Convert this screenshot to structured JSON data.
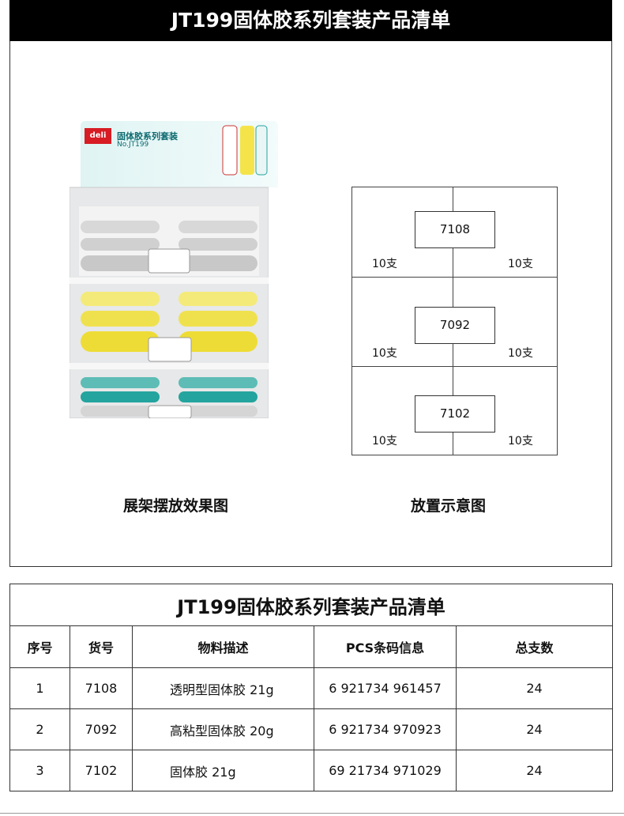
{
  "page_title": "JT199固体胶系列套装产品清单",
  "display": {
    "brand": "deli",
    "header_title": "固体胶系列套装",
    "header_model": "No.JT199",
    "caption": "展架摆放效果图",
    "colors": {
      "clear_row": "#b9babb",
      "yellow_row": "#f2e247",
      "teal_row": "#23a49e",
      "brand_red": "#d71c24"
    }
  },
  "diagram": {
    "caption": "放置示意图",
    "rows": [
      {
        "code": "7108",
        "left_qty": "10支",
        "right_qty": "10支"
      },
      {
        "code": "7092",
        "left_qty": "10支",
        "right_qty": "10支"
      },
      {
        "code": "7102",
        "left_qty": "10支",
        "right_qty": "10支"
      }
    ]
  },
  "table": {
    "title": "JT199固体胶系列套装产品清单",
    "headers": [
      "序号",
      "货号",
      "物料描述",
      "PCS条码信息",
      "总支数"
    ],
    "rows": [
      {
        "no": "1",
        "code": "7108",
        "desc": "透明型固体胶   21g",
        "barcode": "6 921734 961457",
        "total": "24"
      },
      {
        "no": "2",
        "code": "7092",
        "desc": "高粘型固体胶   20g",
        "barcode": "6 921734 970923",
        "total": "24"
      },
      {
        "no": "3",
        "code": "7102",
        "desc": "固体胶   21g",
        "barcode": "69 21734 971029",
        "total": "24"
      }
    ]
  }
}
